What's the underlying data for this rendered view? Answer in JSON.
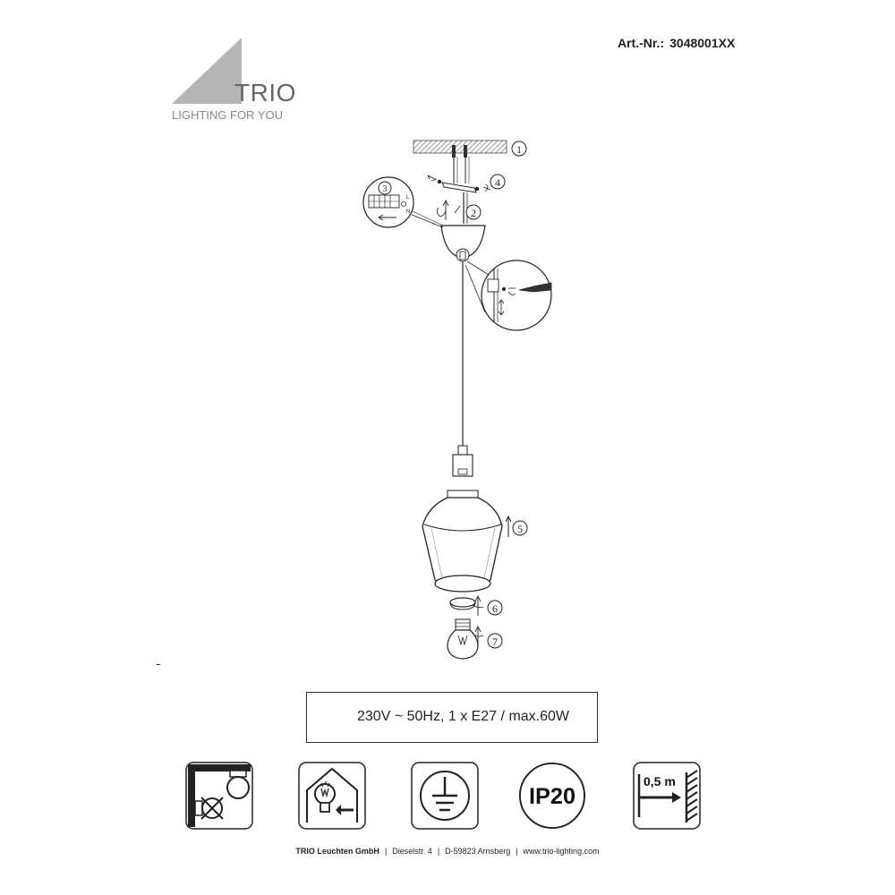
{
  "logo": {
    "name": "TRIO",
    "tagline": "LIGHTING FOR YOU"
  },
  "article": {
    "label": "Art.-Nr.:",
    "number": "3048001XX"
  },
  "steps": [
    "1",
    "2",
    "3",
    "4",
    "5",
    "6",
    "7"
  ],
  "terminal_labels": [
    "L",
    "N"
  ],
  "spec": "230V ~ 50Hz, 1 x E27 / max.60W",
  "icons": {
    "ip_rating": "IP20",
    "distance": "0,5 m"
  },
  "footer": {
    "company": "TRIO Leuchten GmbH",
    "street": "Dieselstr. 4",
    "city": "D-59823 Arnsberg",
    "web": "www.trio-lighting.com"
  }
}
